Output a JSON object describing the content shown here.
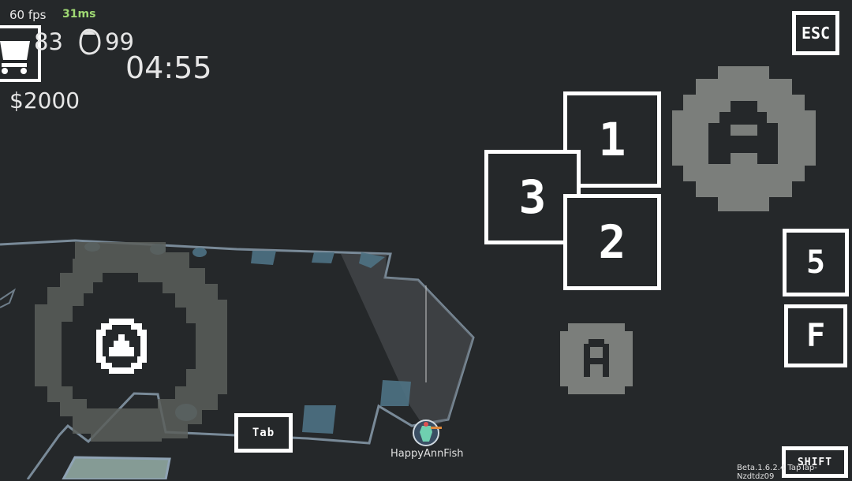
{
  "hud": {
    "fps": "60 fps",
    "ping": "31ms",
    "count1": "83",
    "count2": "99",
    "timer": "04:55",
    "money": "$2000"
  },
  "controls": {
    "esc": "ESC",
    "key1": "1",
    "key2": "2",
    "key3": "3",
    "key5": "5",
    "keyF": "F",
    "tab": "Tab",
    "shift": "SHIFT",
    "action_button": "A",
    "small_action_button": "A"
  },
  "player": {
    "name": "HappyAnnFish"
  },
  "version": "Beta.1.6.2.4 TapTap-Nzdtdz09",
  "colors": {
    "background": "#25282a",
    "map_outline": "#8fa3b4",
    "map_tile": "#4e7284",
    "joystick": "#5b5e5b",
    "action_button": "#7b7e7b",
    "ping": "#9fd873"
  },
  "icons": [
    "shop-cart-icon",
    "egg-icon",
    "joystick-icon",
    "player-avatar-icon"
  ]
}
